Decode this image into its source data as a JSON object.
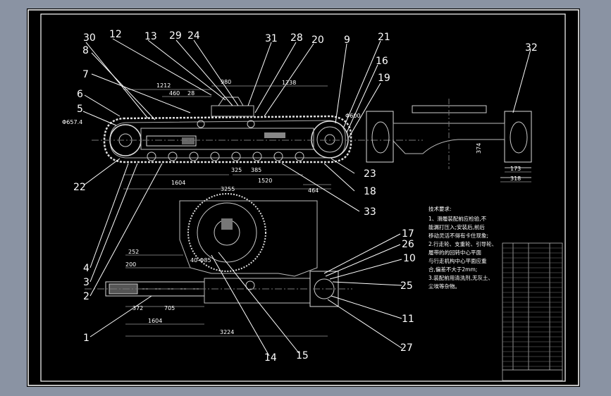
{
  "drawing": {
    "part_numbers": {
      "n1": "1",
      "n2": "2",
      "n3": "3",
      "n4": "4",
      "n5": "5",
      "n6": "6",
      "n7": "7",
      "n8": "8",
      "n9": "9",
      "n10": "10",
      "n11": "11",
      "n12": "12",
      "n13": "13",
      "n14": "14",
      "n15": "15",
      "n16": "16",
      "n17": "17",
      "n18": "18",
      "n19": "19",
      "n20": "20",
      "n21": "21",
      "n22": "22",
      "n23": "23",
      "n24": "24",
      "n25": "25",
      "n26": "26",
      "n27": "27",
      "n28": "28",
      "n29": "29",
      "n30": "30",
      "n31": "31",
      "n32": "32",
      "n33": "33"
    },
    "dimensions": {
      "d1212": "1212",
      "d980": "980",
      "d460": "460",
      "d28": "28",
      "d1238": "1238",
      "d6574": "Φ657.4",
      "d1604a": "1604",
      "d3255": "3255",
      "d1520": "1520",
      "d464": "464",
      "d325": "325",
      "d385": "385",
      "d600": "Φ600",
      "d374": "374",
      "d173": "173",
      "d318": "318",
      "d252": "252",
      "d200": "200",
      "d4085": "40-Φ85",
      "d372": "372",
      "d705": "705",
      "d1604b": "1604",
      "d3224": "3224"
    },
    "tech_notes": {
      "title": "技术要求:",
      "line1": "1、滑履装配前应检验,不",
      "line2": "能漏打压入;安装后,前后",
      "line3": "移动灵活不得有卡住现象;",
      "line4": "2.行走轮、支重轮、引导轮、",
      "line5": "履带的的回转中心平面",
      "line6": "与行走机构中心平面应重",
      "line7": "合,偏差不大于2mm;",
      "line8": "3.装配前用清洗剂,无灰土、",
      "line9": "尘埃等杂物。"
    }
  }
}
